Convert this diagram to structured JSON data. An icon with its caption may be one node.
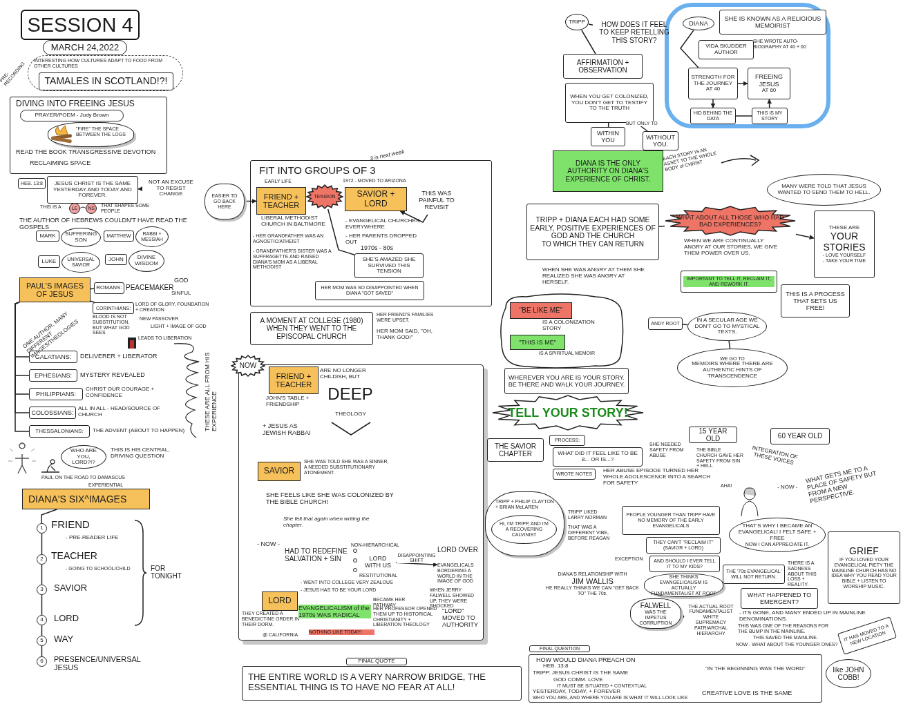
{
  "diagram": {
    "title": "SESSION 4",
    "nodes": [
      {
        "text": [
          "MARCH 24,2022"
        ]
      },
      {
        "text": [
          "INTERESTING HOW CULTURES ADAPT TO FOOD FROM OTHER CULTURES"
        ]
      },
      {
        "text": [
          "TAMALES IN SCOTLAND!?!"
        ],
        "in": 1
      },
      {
        "text": [
          "DIVING INTO FREEING JESUS",
          "READ THE BOOK TRANSGRESSIVE DEVOTION",
          "RECLAIMING SPACE"
        ]
      },
      {
        "text": [
          "PRAYER/POEM - Judy Brown"
        ],
        "in": 3
      },
      {
        "text": [
          "\"FIRE\" THE SPACE BETWEEN THE LOGS"
        ],
        "in": 3
      },
      {
        "text": [
          "HEB. 13:8"
        ]
      },
      {
        "text": [
          "JESUS CHRIST IS THE SAME YESTERDAY AND TODAY AND FOREVER."
        ]
      },
      {
        "text": [
          "NOT AN EXCUSE TO RESIST CHANGE"
        ]
      },
      {
        "text": [
          "MARK"
        ]
      },
      {
        "text": [
          "SUFFERING SON"
        ]
      },
      {
        "text": [
          "MATTHEW"
        ]
      },
      {
        "text": [
          "RABBI + MESSIAH"
        ]
      },
      {
        "text": [
          "LUKE"
        ]
      },
      {
        "text": [
          "UNIVERSAL SAVIOR"
        ]
      },
      {
        "text": [
          "JOHN"
        ]
      },
      {
        "text": [
          "DIVINE WISDOM"
        ]
      },
      {
        "text": [
          "PAUL'S IMAGES OF JESUS"
        ]
      },
      {
        "text": [
          "ROMANS:"
        ]
      },
      {
        "text": [
          "CORINTHIANS:"
        ]
      },
      {
        "text": [
          "GALATIANS:"
        ]
      },
      {
        "text": [
          "EPHESIANS:"
        ]
      },
      {
        "text": [
          "PHILIPPIANS:"
        ]
      },
      {
        "text": [
          "COLOSSIANS:"
        ]
      },
      {
        "text": [
          "THESSALONIANS:"
        ]
      },
      {
        "text": [
          "WHO ARE YOU, LORD?!?"
        ]
      },
      {
        "text": [
          "EXPERIENTIAL",
          "DIANA'S SIX^IMAGES"
        ]
      },
      {
        "text": [
          "1"
        ],
        "beside": [
          "FRIEND",
          "- PRE-READER LIFE"
        ]
      },
      {
        "text": [
          "2"
        ],
        "beside": [
          "TEACHER",
          "- GOING TO SCHOOL/CHILD"
        ]
      },
      {
        "text": [
          "3"
        ],
        "beside": [
          "SAVIOR"
        ]
      },
      {
        "text": [
          "4"
        ],
        "beside": [
          "LORD"
        ]
      },
      {
        "text": [
          "5"
        ],
        "beside": [
          "WAY"
        ]
      },
      {
        "text": [
          "6"
        ],
        "beside": [
          "PRESENCE/UNIVERSAL JESUS"
        ]
      },
      {
        "text": [
          "FIT INTO GROUPS OF 3"
        ]
      },
      {
        "text": [
          "EASIER TO GO BACK HERE"
        ]
      },
      {
        "text": [
          "FRIEND + TEACHER"
        ],
        "in": 33,
        "beside": [
          "EARLY LIFE"
        ]
      },
      {
        "text": [
          "TENSION"
        ],
        "in": 33
      },
      {
        "text": [
          "SAVIOR + LORD"
        ],
        "in": 33,
        "beside": [
          "1972 - MOVED TO ARIZONA"
        ]
      },
      {
        "text": [
          "THIS WAS PAINFUL TO REVISIT"
        ],
        "in": 33
      },
      {
        "text": [
          "SHE'S AMAZED SHE SURVIVED THIS TENSION"
        ],
        "in": 33
      },
      {
        "text": [
          "HER MOM WAS SO DISAPPOINTED WHEN DIANA \"GOT SAVED\""
        ],
        "in": 33
      },
      {
        "text": [
          "A MOMENT AT COLLEGE (1980) WHEN THEY WENT TO THE EPISCOPAL CHURCH"
        ]
      },
      {
        "text": [],
        "shape": "box"
      },
      {
        "text": [
          "NOW"
        ]
      },
      {
        "text": [
          "FRIEND + TEACHER"
        ],
        "in": 42
      },
      {
        "text": [
          "SAVIOR"
        ],
        "in": 42
      },
      {
        "text": [
          "LORD WITH US"
        ],
        "in": 42,
        "beside": [
          "NON-HIERARCHICAL",
          "RESTITUTIONAL"
        ]
      },
      {
        "text": [
          "LORD OVER",
          "EVANGELICALS BORDERING A WORLD IN THE IMAGE OF GOD"
        ],
        "in": 42
      },
      {
        "text": [
          "LORD"
        ],
        "in": 42
      },
      {
        "text": [
          "FINAL QUOTE",
          "THE ENTIRE WORLD IS A VERY NARROW BRIDGE, THE ESSENTIAL THING IS TO HAVE NO FEAR AT ALL!"
        ]
      },
      {
        "text": [
          "TRIPP"
        ]
      },
      {
        "text": [
          "HOW DOES IT FEEL TO KEEP RETELLING THIS STORY?"
        ]
      },
      {
        "text": [
          "AFFIRMATION + OBSERVATION"
        ]
      },
      {
        "text": [
          "WHEN YOU GET COLONIZED, YOU DON'T GET TO TESTIFY TO THE TRUTH"
        ]
      },
      {
        "text": [
          "WITHIN YOU"
        ]
      },
      {
        "text": [
          "WITHOUT YOU."
        ]
      },
      {
        "text": [],
        "shape": "cloud"
      },
      {
        "text": [
          "DIANA"
        ],
        "in": 56
      },
      {
        "text": [
          "SHE IS KNOWN AS A RELIGIOUS MEMOIRIST"
        ],
        "in": 56
      },
      {
        "text": [
          "VIDA SKUDDER AUTHOR"
        ],
        "in": 56,
        "beside": [
          "SHE WROTE AUTO-BIOGRAPHY AT 40 + 60"
        ]
      },
      {
        "text": [
          "STRENGTH FOR THE JOURNEY",
          "AT 40"
        ],
        "in": 56
      },
      {
        "text": [
          "FREEING JESUS",
          "AT 60"
        ],
        "in": 56
      },
      {
        "text": [
          "HID BEHIND THE DATA"
        ],
        "in": 56
      },
      {
        "text": [
          "THIS IS MY STORY"
        ],
        "in": 56
      },
      {
        "text": [
          "DIANA IS THE ONLY AUTHORITY ON DIANA'S EXPERIENCE OF CHRIST."
        ]
      },
      {
        "text": [
          "TRIPP + DIANA EACH HAD SOME EARLY, POSITIVE EXPERIENCES OF GOD AND THE CHURCH",
          "TO WHICH THEY CAN RETURN"
        ]
      },
      {
        "text": [
          "WHAT ABOUT ALL THOSE WHO HAD BAD EXPERIENCES?"
        ]
      },
      {
        "text": [
          "MANY WERE TOLD THAT JESUS WANTED TO SEND THEM TO HELL."
        ]
      },
      {
        "text": [
          "THESE ARE",
          "YOUR STORIES",
          "- LOVE YOURSELF",
          "- TAKE YOUR TIME"
        ]
      },
      {
        "text": [
          "IMPORTANT TO TELL IT, RECLAIM IT, AND REWORK IT."
        ]
      },
      {
        "text": [
          "THIS IS A PROCESS THAT SETS US FREE!"
        ]
      },
      {
        "text": [
          "\"BE LIKE ME\""
        ],
        "beside": [
          "IS A COLONIZATION STORY"
        ]
      },
      {
        "text": [
          "\"THIS IS ME\""
        ],
        "beside": [
          "IS A SPIRITUAL MEMOIR"
        ]
      },
      {
        "text": [
          "ANDY ROOT"
        ]
      },
      {
        "text": [
          "IN A SECULAR AGE WE DON'T GO TO MYSTICAL TEXTS."
        ]
      },
      {
        "text": [
          "WE GO TO",
          "MEMOIRS WHERE THERE ARE AUTHENTIC HINTS OF TRANSCENDENCE"
        ]
      },
      {
        "text": [
          "WHEREVER YOU ARE IS YOUR STORY. BE THERE AND WALK YOUR JOURNEY."
        ]
      },
      {
        "text": [
          "TELL YOUR STORY!"
        ]
      },
      {
        "text": [
          "THE SAVIOR CHAPTER"
        ]
      },
      {
        "text": [
          "PROCESS:"
        ]
      },
      {
        "text": [
          "WHAT DID IT FEEL LIKE TO BE 8... OR IS...?"
        ]
      },
      {
        "text": [
          "WROTE NOTES"
        ]
      },
      {
        "text": [
          "15 YEAR OLD"
        ]
      },
      {
        "text": [
          "60 YEAR OLD"
        ]
      },
      {
        "text": [
          "INTEGRATION OF THESE VOICES"
        ]
      },
      {
        "text": [
          "THAT'S WHY I BECAME AN EVANGELICAL! I FELT SAFE + FREE",
          "NOW I CAN APPRECIATE IT."
        ]
      },
      {
        "text": [
          "TRIPP + PHILIP CLAYTON + BRIAN McLAREN"
        ]
      },
      {
        "text": [
          "HI, I'M TRIPP, AND I'M A RECOVERING CALVINIST"
        ],
        "in": 86
      },
      {
        "text": [
          "PEOPLE YOUNGER THAN TRIPP HAVE NO MEMORY OF THE EARLY EVANGELICALS"
        ]
      },
      {
        "text": [
          "THEY CAN'T \"RECLAIM IT\" (SAVIOR + LORD)"
        ]
      },
      {
        "text": [
          "AND SHOULD I EVER TELL IT TO MY KIDS?"
        ]
      },
      {
        "text": [
          "DIANA'S RELATIONSHIP WITH",
          "JIM WALLIS",
          "HE REALLY THINKS WE CAN \"GET BACK TO\" THE 70s."
        ]
      },
      {
        "text": [
          "SHE THINKS EVANGELICALISM IS ACTUALLY FUNDAMENTALIST AT ROOT"
        ]
      },
      {
        "text": [
          "FALWELL",
          "WAS THE IMPETUS CORRUPTION"
        ]
      },
      {
        "text": [
          "THE ACTUAL ROOT",
          "FUNDAMENTALIST WHITE SUPREMACY PATRIARCHAL HIERARCHY"
        ]
      },
      {
        "text": [
          "THE '70s EVANGELICAL' WILL NOT RETURN."
        ]
      },
      {
        "text": [
          "WHAT HAPPENED TO EMERGENT?"
        ]
      },
      {
        "text": [
          "IT HAS MOVED TO A NEW LOCATION"
        ]
      },
      {
        "text": [
          "GRIEF",
          "IF YOU LOVED YOUR EVANGELICAL PIETY THE MAINLINE CHURCH HAS NO IDEA WHY YOU READ YOUR BIBLE + LISTEN TO WORSHIP MUSIC."
        ]
      },
      {
        "text": [
          "FINAL QUESTION",
          "HOW WOULD DIANA PREACH ON",
          "HEB. 13:8",
          "TRIPP: JESUS CHRIST IS THE SAME",
          "GOD COMM. LOVE",
          "IT MUST BE SITUATED + CONTEXTUAL",
          "YESTERDAY, TODAY, + FOREVER",
          "WHO YOU ARE, AND WHERE YOU ARE IS WHAT IT WILL LOOK LIKE",
          "\"IN THE BEGINNING WAS THE WORD\"",
          "CREATIVE LOVE IS THE SAME"
        ]
      },
      {
        "text": [
          "like JOHN COBB!"
        ]
      }
    ],
    "edges": [
      {
        "from": 8,
        "to": 7,
        "arrow": "to"
      },
      {
        "from": 17,
        "to": 18,
        "arrow": "none"
      },
      {
        "from": 17,
        "to": 19,
        "arrow": "none"
      },
      {
        "from": 17,
        "to": 20,
        "arrow": "none"
      },
      {
        "from": 17,
        "to": 21,
        "arrow": "none"
      },
      {
        "from": 17,
        "to": 22,
        "arrow": "none"
      },
      {
        "from": 17,
        "to": 23,
        "arrow": "none"
      },
      {
        "from": 17,
        "to": 24,
        "arrow": "none"
      },
      {
        "from": 26,
        "to": 27,
        "arrow": "none"
      },
      {
        "from": 27,
        "to": 28,
        "arrow": "none"
      },
      {
        "from": 28,
        "to": 29,
        "arrow": "none"
      },
      {
        "from": 29,
        "to": 30,
        "arrow": "none"
      },
      {
        "from": 30,
        "to": 31,
        "arrow": "none"
      },
      {
        "from": 31,
        "to": 32,
        "arrow": "none"
      },
      {
        "from": 34,
        "to": 35,
        "arrow": "to"
      },
      {
        "from": 38,
        "to": 37,
        "arrow": "to"
      },
      {
        "from": 39,
        "to": 36,
        "arrow": "none"
      },
      {
        "from": 46,
        "to": 47,
        "arrow": "to",
        "label": "DISAPPOINTING SHIFT"
      },
      {
        "from": 50,
        "to": 51,
        "arrow": "none"
      },
      {
        "from": 50,
        "to": 52,
        "arrow": "none"
      },
      {
        "from": 53,
        "to": 54,
        "arrow": "none"
      },
      {
        "from": 53,
        "to": 55,
        "arrow": "none",
        "label": "BUT ONLY TO"
      },
      {
        "from": 57,
        "to": 60,
        "arrow": "none"
      },
      {
        "from": 60,
        "to": 61,
        "arrow": "to"
      },
      {
        "from": 60,
        "to": 62,
        "arrow": "to"
      },
      {
        "from": 63,
        "to": 61,
        "arrow": "to"
      },
      {
        "from": 62,
        "to": 63,
        "arrow": "none"
      },
      {
        "from": 65,
        "to": 66,
        "arrow": "none"
      },
      {
        "from": 66,
        "to": 68,
        "arrow": "to"
      },
      {
        "from": 73,
        "to": 74,
        "arrow": "none"
      },
      {
        "from": 74,
        "to": 75,
        "arrow": "none"
      },
      {
        "from": 83,
        "to": 84,
        "arrow": "none"
      },
      {
        "from": 93,
        "to": 94,
        "arrow": "to",
        "style": "thick"
      }
    ],
    "labels": [
      "PRE-RECORDING",
      "THIS IS A",
      "LE",
      "NS",
      "THAT SHAPES SOME PEOPLE",
      "THE AUTHOR OF HEBREWS COULDN'T HAVE READ THE GOSPELS",
      "PEACEMAKER",
      "GOD",
      "SINFUL",
      "LORD OF GLORY, FOUNDATION + CREATION",
      "BLOOD IS NOT SUBSTITUTION, BUT WHAT GOD SEES",
      "NEW PASSOVER",
      "LIGHT + IMAGE OF GOD",
      "LEADS TO LIBERATION",
      "ONE AUTHOR, MANY DIFFERENT IMAGES/THEOLOGIES",
      "DELIVERER + LIBERATOR",
      "MYSTERY REVEALED",
      "CHRIST OUR COURAGE + CONFIDENCE",
      "ALL IN ALL - HEAD/SOURCE OF CHURCH",
      "THE ADVENT (ABOUT TO HAPPEN)",
      "THESE ARE ALL FROM HIS EXPERIENCE",
      "THIS IS HIS CENTRAL, DRIVING QUESTION",
      "PAUL ON THE ROAD TO DAMASCUS",
      "FOR TONIGHT",
      "3 is next week",
      "LIBERAL METHODIST CHURCH IN BALTIMORE",
      "- HER GRANDFATHER WAS AN AGNOSTIC/ATHEIST",
      "- GRANDFATHER'S SISTER WAS A SUFFRAGETTE AND RAISED DIANA'S MOM AS A LIBERAL METHODIST",
      "- EVANGELICAL CHURCHES EVERYWHERE",
      "- HER PARENTS DROPPED OUT",
      "1970s - 80s",
      "HER FRIEND'S FAMILIES WERE UPSET.",
      "HER MOM SAID, \"OH, THANK GOD!\"",
      "ARE NO LONGER CHILDISH, BUT",
      "DEEP",
      "THEOLOGY",
      "JOHN'S TABLE + FRIENDSHIP",
      "+ JESUS AS JEWISH RABBAI",
      "SHE WAS TOLD SHE WAS A SINNER, A NEEDED SUBSTITUTIONARY ATONEMENT.",
      "SHE FEELS LIKE SHE WAS COLONIZED BY THE BIBLE CHURCH!",
      "She felt that again when writing the chapter.",
      "- NOW -",
      "HAD TO REDEFINE SALVATION + SIN",
      "WHEN JERRY FALWELL SHOWED UP, THEY WERE SHOCKED",
      "\"LORD\" MOVED TO AUTHORITY",
      "- WENT INTO COLLEGE VERY ZEALOUS",
      "- JESUS HAS TO BE YOUR LORD",
      "BECAME HER PATHWAY",
      "THEY CREATED A BENEDICTINE ORDER IN THEIR DORM.",
      "@ CALIFORNIA",
      "EVANGELICALISM of the 1970s WAS RADICAL",
      "NOTHING LIKE TODAY!",
      "HER PROFESSOR OPENED THEM UP TO HISTORICAL CHRISTIANITY + LIBERATION THEOLOGY",
      "EACH STORY IS AN ASSET TO THE WHOLE BODY of CHRIST",
      "WHEN WE ARE CONTINUALLY ANGRY AT OUR STORIES, WE GIVE THEM POWER OVER US.",
      "WHEN SHE WAS ANGRY AT THEM SHE REALIZED SHE WAS ANGRY AT HERSELF.",
      "SHE NEEDED SAFETY FROM ABUSE",
      "THE BIBLE CHURCH GAVE HER SAFETY FROM SIN + HELL",
      "HER ABUSE EPISODE TURNED HER WHOLE ADOLESCENCE INTO A SEARCH FOR SAFETY",
      "AHA!",
      "- NOW -",
      "WHAT GETS ME TO A PLACE OF SAFETY BUT FROM A NEW PERSPECTIVE.",
      "TRIPP LIKED LARRY NORMAN",
      "THAT WAS A DIFFERENT VIBE, BEFORE REAGAN",
      "EXCEPTION",
      "THERE IS A SADNESS ABOUT THIS LOSS + REALITY.",
      "- ITS GONE, AND MANY ENDED UP IN MAINLINE DENOMINATIONS.",
      "THIS WAS ONE OF THE REASONS FOR THE BUMP IN THE MAINLINE.",
      "THIS SAVED THE MAINLINE.",
      "NOW - WHAT ABOUT THE YOUNGER ONES?"
    ]
  }
}
